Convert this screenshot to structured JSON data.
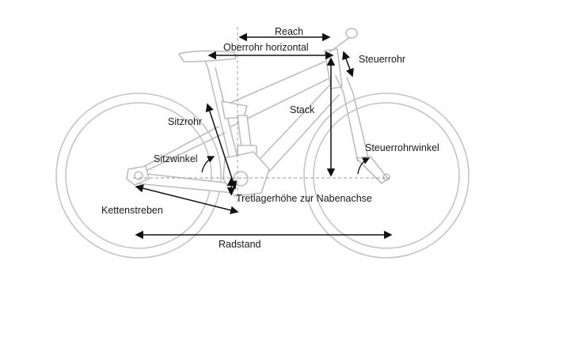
{
  "labels": {
    "reach": "Reach",
    "top_tube": "Oberrohr horizontal",
    "head_tube": "Steuerrohr",
    "seat_tube": "Sitzrohr",
    "stack": "Stack",
    "seat_angle": "Sitzwinkel",
    "head_angle": "Steuerrohrwinkel",
    "bb_drop": "Tretlagerhöhe zur Nabenachse",
    "chainstays": "Kettenstreben",
    "wheelbase": "Radstand"
  },
  "colors": {
    "frame_line": "#bdbdbd",
    "dimension_line": "#111111",
    "guide_line": "#9a9a9a",
    "text": "#1a1a1a",
    "background": "#ffffff"
  }
}
